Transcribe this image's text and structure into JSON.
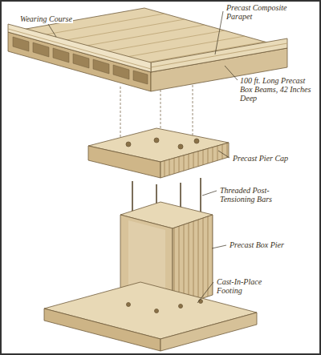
{
  "diagram": {
    "labels": [
      "Wearing Course",
      "Precast Composite Parapet",
      "100 ft. Long Precast Box Beams, 42 Inches Deep",
      "Precast Pier Cap",
      "Threaded Post-Tensioning Bars",
      "Precast Box Pier",
      "Cast-In-Place Footing"
    ]
  }
}
